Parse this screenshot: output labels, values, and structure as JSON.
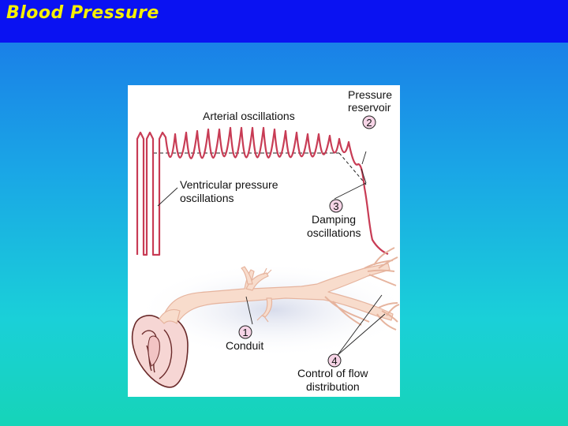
{
  "slide": {
    "title": "Blood Pressure"
  },
  "figure": {
    "labels": {
      "arterial": "Arterial oscillations",
      "reservoir_line1": "Pressure",
      "reservoir_line2": "reservoir",
      "ventricular_line1": "Ventricular pressure",
      "ventricular_line2": "oscillations",
      "damping_line1": "Damping",
      "damping_line2": "oscillations",
      "conduit": "Conduit",
      "control_line1": "Control of flow",
      "control_line2": "distribution"
    },
    "markers": {
      "m1": "1",
      "m2": "2",
      "m3": "3",
      "m4": "4"
    },
    "colors": {
      "trace": "#c83c55",
      "marker_fill": "#f6d4e6",
      "vessel": "#f8dccc",
      "vessel_edge": "#e8b8a4",
      "heart_fill": "#f6d6d4",
      "heart_edge": "#6a2a2a"
    }
  }
}
